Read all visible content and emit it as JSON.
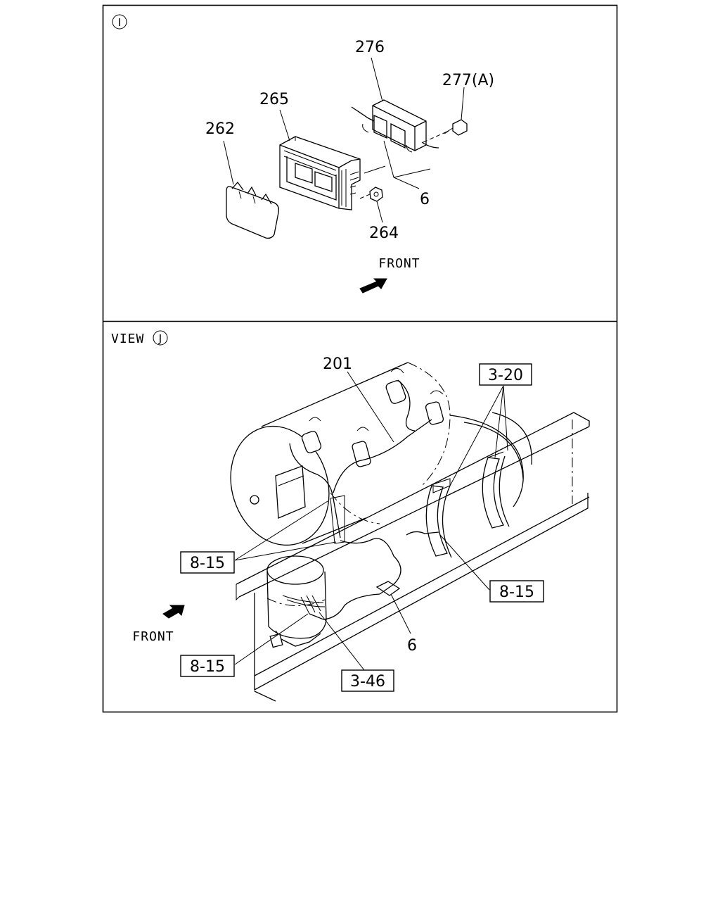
{
  "panel_i": {
    "marker": "I",
    "callouts": {
      "c276": "276",
      "c277": "277(A)",
      "c265": "265",
      "c262": "262",
      "c6": "6",
      "c264": "264"
    },
    "front": "FRONT"
  },
  "panel_j": {
    "view_text": "VIEW",
    "marker": "J",
    "callouts": {
      "c201": "201",
      "c6": "6"
    },
    "refs": {
      "r320": "3-20",
      "r815a": "8-15",
      "r815b": "8-15",
      "r815c": "8-15",
      "r346": "3-46"
    },
    "front": "FRONT"
  }
}
